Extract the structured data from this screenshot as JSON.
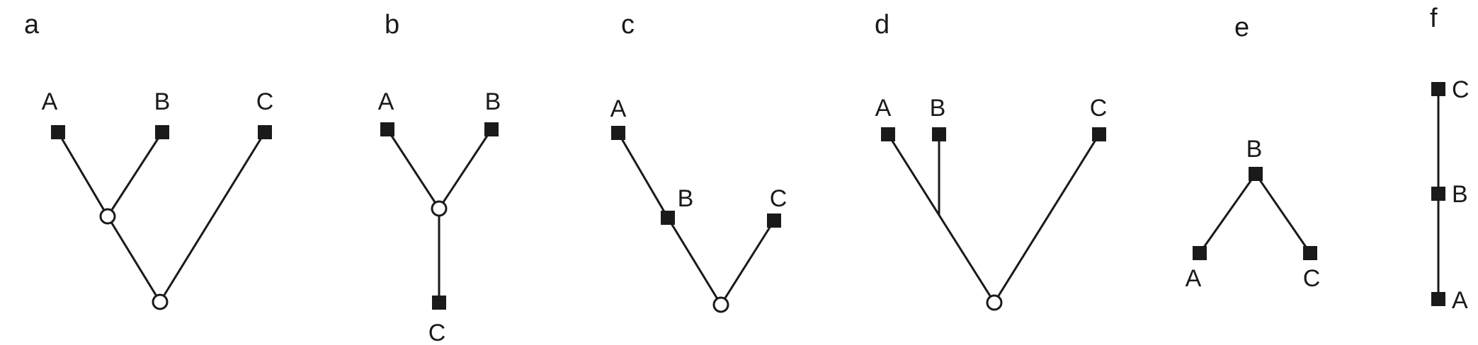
{
  "panels": [
    {
      "id": "a",
      "letter": "a",
      "nodes": [
        {
          "label": "A"
        },
        {
          "label": "B"
        },
        {
          "label": "C"
        }
      ]
    },
    {
      "id": "b",
      "letter": "b",
      "nodes": [
        {
          "label": "A"
        },
        {
          "label": "B"
        },
        {
          "label": "C"
        }
      ]
    },
    {
      "id": "c",
      "letter": "c",
      "nodes": [
        {
          "label": "A"
        },
        {
          "label": "B"
        },
        {
          "label": "C"
        }
      ]
    },
    {
      "id": "d",
      "letter": "d",
      "nodes": [
        {
          "label": "A"
        },
        {
          "label": "B"
        },
        {
          "label": "C"
        }
      ]
    },
    {
      "id": "e",
      "letter": "e",
      "nodes": [
        {
          "label": "A"
        },
        {
          "label": "B"
        },
        {
          "label": "C"
        }
      ]
    },
    {
      "id": "f",
      "letter": "f",
      "nodes": [
        {
          "label": "A"
        },
        {
          "label": "B"
        },
        {
          "label": "C"
        }
      ]
    }
  ]
}
